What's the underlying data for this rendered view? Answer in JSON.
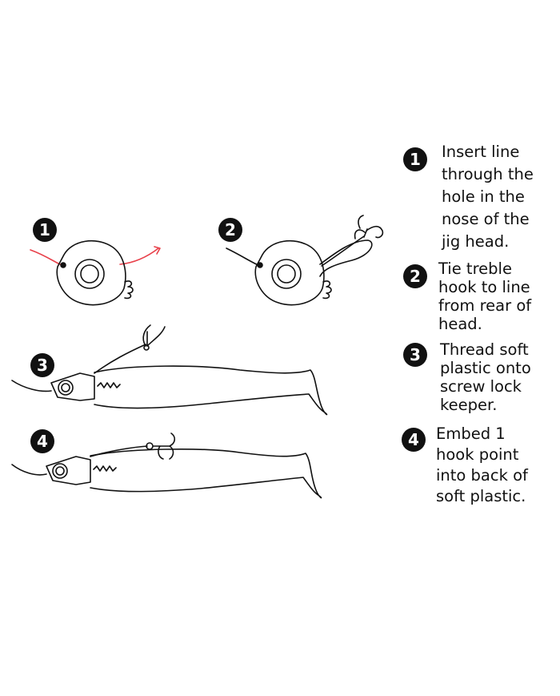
{
  "diagram_badges": [
    "1",
    "2",
    "3",
    "4"
  ],
  "steps": [
    {
      "number": "1",
      "lines": [
        "Insert line",
        "through the",
        "hole in the",
        "nose of the",
        "jig head."
      ]
    },
    {
      "number": "2",
      "lines": [
        "Tie treble",
        "hook to line",
        "from rear of",
        "head."
      ]
    },
    {
      "number": "3",
      "lines": [
        "Thread soft",
        "plastic onto",
        "screw lock",
        "keeper."
      ]
    },
    {
      "number": "4",
      "lines": [
        "Embed 1",
        "hook point",
        "into back of",
        "soft plastic."
      ]
    }
  ],
  "colors": {
    "line_arrow": "#e8404a",
    "ink": "#111111"
  }
}
